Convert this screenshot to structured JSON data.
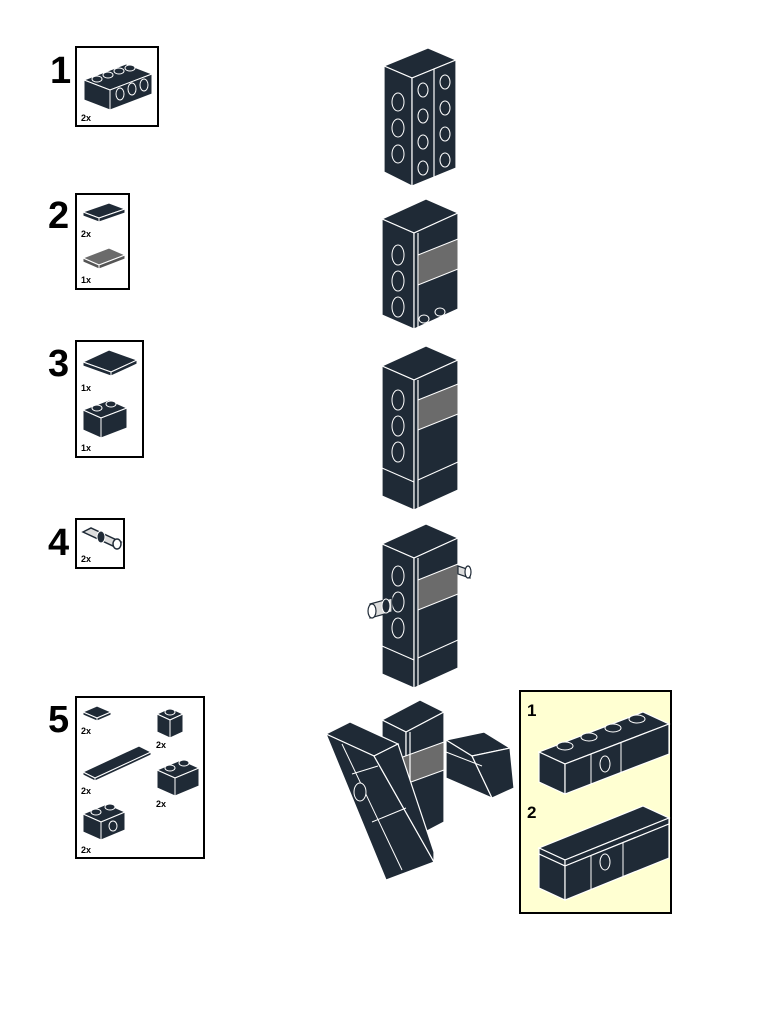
{
  "colors": {
    "brick_dark": "#1f2a36",
    "brick_edge": "#ffffff",
    "tile_gray": "#6b6b6b",
    "panel_bg": "#ffffd2"
  },
  "steps": [
    {
      "number": "1",
      "parts": [
        {
          "qty": "2x",
          "icon": "technic-brick-1x4-icon"
        }
      ]
    },
    {
      "number": "2",
      "parts": [
        {
          "qty": "2x",
          "icon": "plate-1x2-icon"
        },
        {
          "qty": "1x",
          "icon": "tile-1x2-gray-icon"
        }
      ]
    },
    {
      "number": "3",
      "parts": [
        {
          "qty": "1x",
          "icon": "tile-2x2-icon"
        },
        {
          "qty": "1x",
          "icon": "brick-1x2-icon"
        }
      ]
    },
    {
      "number": "4",
      "parts": [
        {
          "qty": "2x",
          "icon": "technic-pin-icon"
        }
      ]
    },
    {
      "number": "5",
      "parts": [
        {
          "qty": "2x",
          "icon": "plate-1x1-icon"
        },
        {
          "qty": "2x",
          "icon": "brick-1x1-icon"
        },
        {
          "qty": "2x",
          "icon": "tile-1x4-icon"
        },
        {
          "qty": "2x",
          "icon": "brick-1x2-icon"
        },
        {
          "qty": "2x",
          "icon": "technic-brick-1x2-icon"
        }
      ],
      "sub_steps": [
        {
          "number": "1",
          "icon": "technic-brick-with-studs-icon"
        },
        {
          "number": "2",
          "icon": "tiled-technic-beam-icon"
        }
      ]
    }
  ]
}
